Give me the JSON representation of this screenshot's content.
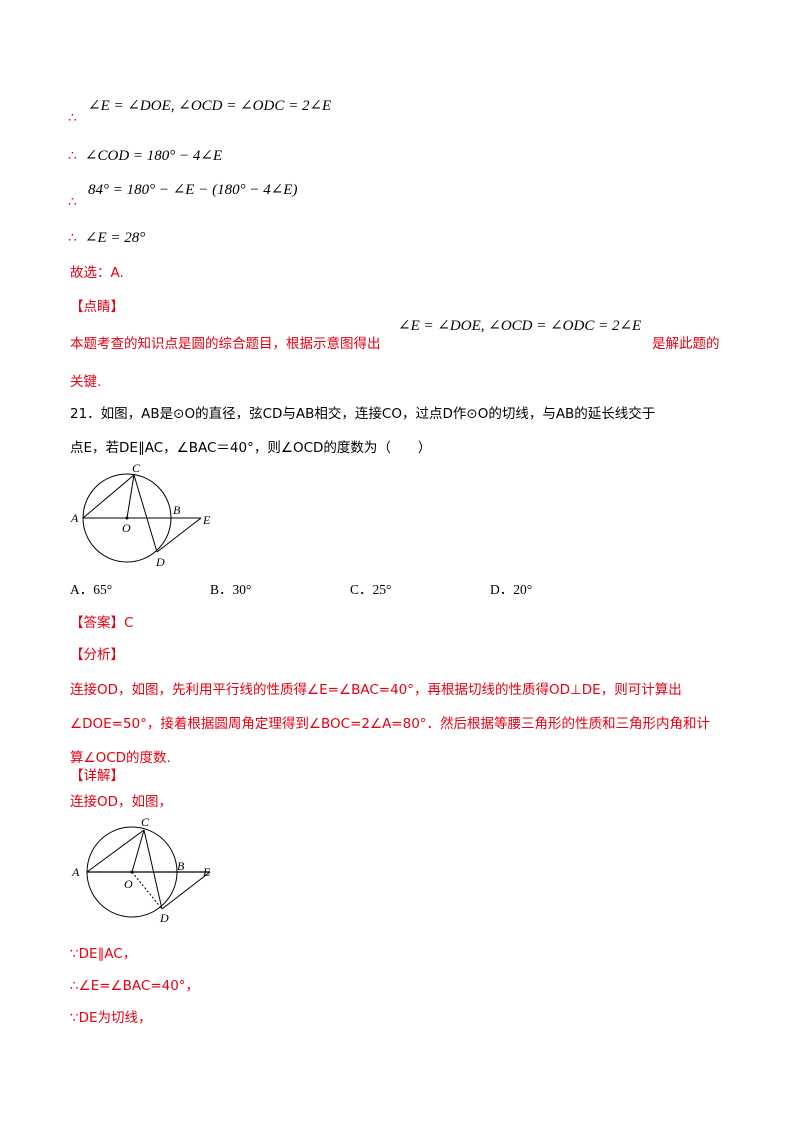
{
  "prev_solution": {
    "lines": [
      {
        "symbol": "∴",
        "math": "∠E = ∠DOE, ∠OCD = ∠ODC = 2∠E"
      },
      {
        "symbol": "∴",
        "math": "∠COD = 180° − 4∠E"
      },
      {
        "symbol": "∴",
        "math": "84° = 180° − ∠E − (180° − 4∠E)"
      },
      {
        "symbol": "∴",
        "math": "∠E = 28°"
      }
    ],
    "conclusion": "故选：A.",
    "tip_header": "【点睛】",
    "tip_text_before": "本题考查的知识点是圆的综合题目，根据示意图得出",
    "tip_math": "∠E = ∠DOE, ∠OCD = ∠ODC = 2∠E",
    "tip_text_after": "是解此题的",
    "tip_text_end": "关键."
  },
  "question": {
    "number": "21.",
    "line1": "21．如图，AB是⊙O的直径，弦CD与AB相交，连接CO，过点D作⊙O的切线，与AB的延长线交于",
    "line2": "点E，若DE∥AC，∠BAC＝40°，则∠OCD的度数为（　　）",
    "figure_labels": {
      "A": "A",
      "B": "B",
      "C": "C",
      "D": "D",
      "E": "E",
      "O": "O"
    },
    "options": [
      {
        "label": "A．65°"
      },
      {
        "label": "B．30°"
      },
      {
        "label": "C．25°"
      },
      {
        "label": "D．20°"
      }
    ]
  },
  "answer": {
    "header": "【答案】C",
    "analysis_header": "【分析】",
    "analysis_lines": [
      "连接OD，如图，先利用平行线的性质得∠E=∠BAC=40°，再根据切线的性质得OD⊥DE，则可计算出",
      "∠DOE=50°，接着根据圆周角定理得到∠BOC=2∠A=80°．然后根据等腰三角形的性质和三角形内角和计",
      "算∠OCD的度数."
    ],
    "detail_header": "【详解】",
    "detail_intro": "连接OD，如图，",
    "detail_lines": [
      "∵DE∥AC，",
      "∴∠E=∠BAC=40°，",
      "∵DE为切线，"
    ]
  },
  "colors": {
    "accent_red": "#e60012",
    "text": "#000000"
  }
}
